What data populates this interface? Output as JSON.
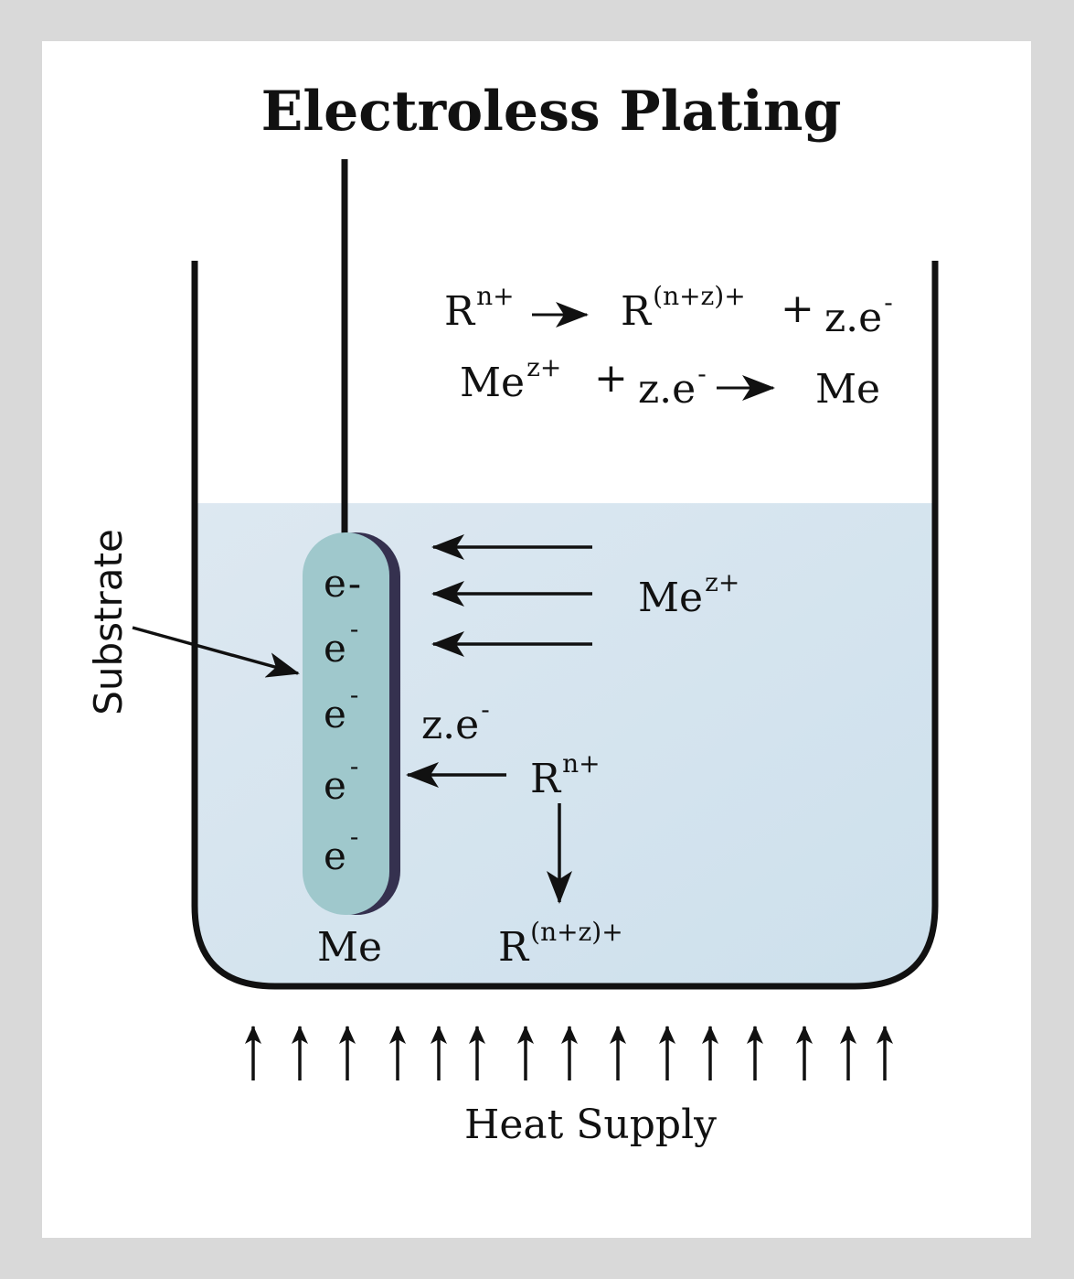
{
  "title": "Electroless Plating",
  "equations": {
    "eq1_r": "R",
    "eq1_r_sup": "n+",
    "eq1_product": "R",
    "eq1_product_sup": "(n+z)+",
    "eq1_plus": "+",
    "eq1_electrons": "z.e",
    "eq1_electrons_sup": "-",
    "eq2_me": "Me",
    "eq2_me_sup": "z+",
    "eq2_plus": "+",
    "eq2_electrons": "z.e",
    "eq2_electrons_sup": "-",
    "eq2_product": "Me"
  },
  "labels": {
    "substrate": "Substrate",
    "metal_ion": "Me",
    "metal_ion_sup": "z+",
    "electron_transfer": "z.e",
    "electron_transfer_sup": "-",
    "reducing_agent": "R",
    "reducing_agent_sup": "n+",
    "oxidized_agent": "R",
    "oxidized_agent_sup": "(n+z)+",
    "deposited_metal": "Me",
    "heat_supply": "Heat Supply"
  },
  "electrons": [
    "e",
    "e",
    "e",
    "e",
    "e"
  ],
  "electron_sup": "-",
  "colors": {
    "solution": "#d3e3ee",
    "substrate_face": "#9fc8cc",
    "substrate_edge": "#35314f",
    "stroke": "#111111"
  }
}
